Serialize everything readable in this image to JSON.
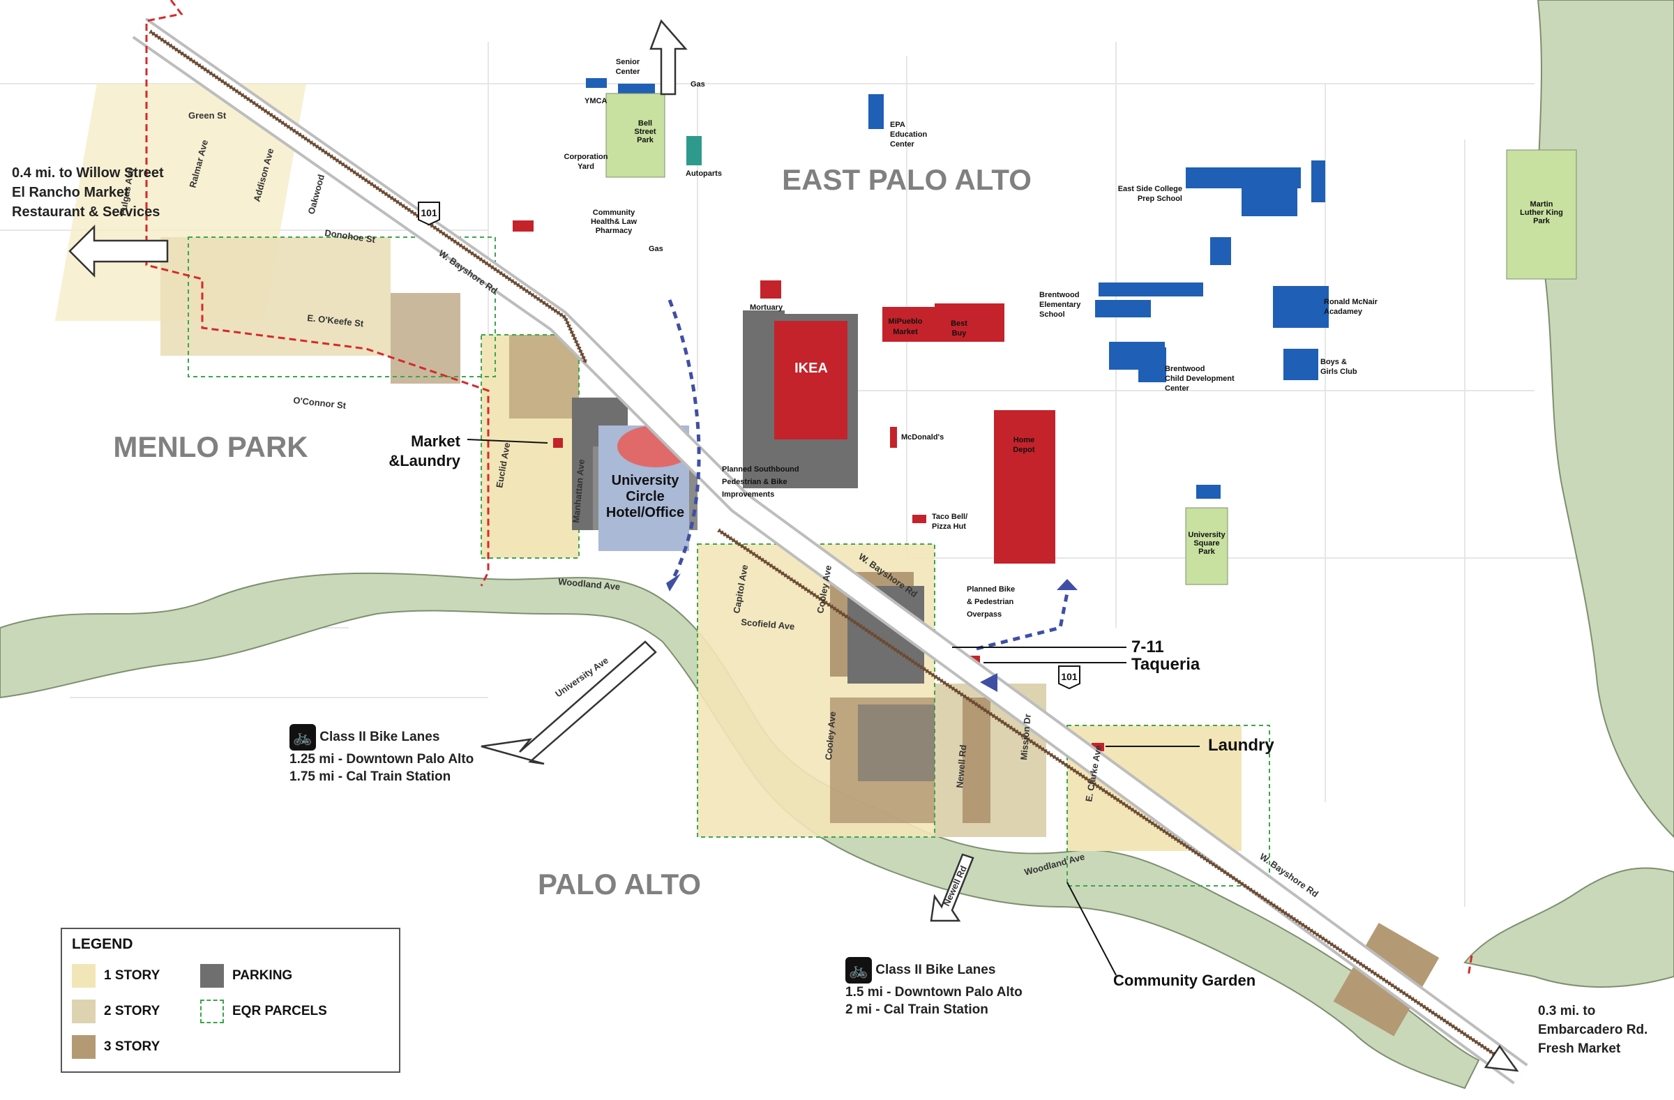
{
  "regions": {
    "east_palo_alto": "EAST PALO ALTO",
    "menlo_park": "MENLO PARK",
    "palo_alto": "PALO ALTO"
  },
  "callouts": {
    "willow": [
      "0.4 mi. to Willow Street",
      "El Rancho Market",
      "Restaurant & Services"
    ],
    "embarcadero": [
      "0.3 mi. to",
      "Embarcadero Rd.",
      "Fresh Market"
    ],
    "market_laundry": [
      "Market",
      "&Laundry"
    ],
    "seven_eleven": "7-11",
    "taqueria": "Taqueria",
    "laundry": "Laundry",
    "community_garden": "Community Garden",
    "southbound": [
      "Planned Southbound",
      "Pedestrian & Bike",
      "Improvements"
    ],
    "overpass": [
      "Planned Bike",
      "& Pedestrian",
      "Overpass"
    ],
    "university_circle": [
      "University",
      "Circle",
      "Hotel/Office"
    ],
    "ikea": "IKEA"
  },
  "bike_notes": [
    {
      "title": "Class II Bike Lanes",
      "lines": [
        "1.25 mi - Downtown Palo Alto",
        "1.75 mi - Cal Train Station"
      ]
    },
    {
      "title": "Class II Bike Lanes",
      "lines": [
        "1.5 mi - Downtown Palo Alto",
        "2 mi - Cal Train Station"
      ]
    }
  ],
  "streets": {
    "green": "Green St",
    "ralmar": "Ralmar Ave",
    "addison": "Addison Ave",
    "oakwood": "Oakwood",
    "donohoe": "Donohoe St",
    "w_bayshore_1": "W. Bayshore Rd",
    "w_bayshore_2": "W. Bayshore Rd",
    "w_bayshore_3": "W. Bayshore Rd",
    "okeefe": "E. O'Keefe St",
    "oconnor": "O'Connor St",
    "euclid": "Euclid Ave",
    "manhattan": "Manhattan Ave",
    "woodland_1": "Woodland Ave",
    "woodland_2": "Woodland Ave",
    "capitol": "Capitol Ave",
    "cooley_1": "Cooley Ave",
    "cooley_2": "Cooley Ave",
    "scofield": "Scofield Ave",
    "newell_1": "Newell Rd",
    "newell_2": "Newell Rd",
    "mission": "Mission Dr",
    "clarke": "E. Clarke Ave",
    "university": "University Ave",
    "pulgas": "Pulgas Ave",
    "hwy": "101"
  },
  "pois": {
    "senior_center": [
      "Senior",
      "Center"
    ],
    "ymca": "YMCA",
    "gas1": "Gas",
    "bell_street": [
      "Bell",
      "Street",
      "Park"
    ],
    "corp_yard": [
      "Corporation",
      "Yard"
    ],
    "autoparts": "Autoparts",
    "community_health": [
      "Community",
      "Health& Law",
      "Pharmacy"
    ],
    "gas2": "Gas",
    "epa_ed": [
      "EPA",
      "Education",
      "Center"
    ],
    "eastside": [
      "East Side College",
      "Prep School"
    ],
    "mlk_park": [
      "Martin",
      "Luther King",
      "Park"
    ],
    "mortuary": "Mortuary",
    "mipueblo": [
      "MiPueblo",
      "Market"
    ],
    "bestbuy": [
      "Best",
      "Buy"
    ],
    "brentwood_elem": [
      "Brentwood",
      "Elementary",
      "School"
    ],
    "mcnair": [
      "Ronald McNair",
      "Acadamey"
    ],
    "boys_girls": [
      "Boys &",
      "Girls Club"
    ],
    "brentwood_child": [
      "Brentwood",
      "Child Development",
      "Center"
    ],
    "mcdonalds": "McDonald's",
    "home_depot": [
      "Home",
      "Depot"
    ],
    "tacobell": [
      "Taco Bell/",
      "Pizza Hut"
    ],
    "univ_square": [
      "University",
      "Square",
      "Park"
    ]
  },
  "legend": {
    "title": "LEGEND",
    "items": [
      {
        "label": "1 STORY",
        "color": "#f2e6b8"
      },
      {
        "label": "2 STORY",
        "color": "#ddd3b0"
      },
      {
        "label": "3 STORY",
        "color": "#b39a74"
      },
      {
        "label": "PARKING",
        "color": "#6f6f6f"
      },
      {
        "label": "EQR PARCELS",
        "color": "#ffffff"
      }
    ]
  },
  "colors": {
    "creek": "#c9d8b9",
    "retail": "#c4232b",
    "civic": "#1f5fb5",
    "park": "#c8e0a0",
    "rail": "#6b4a32",
    "planned": "#3f4fa5",
    "eqr": "#3aa64a",
    "boundary": "#d42a2a"
  }
}
